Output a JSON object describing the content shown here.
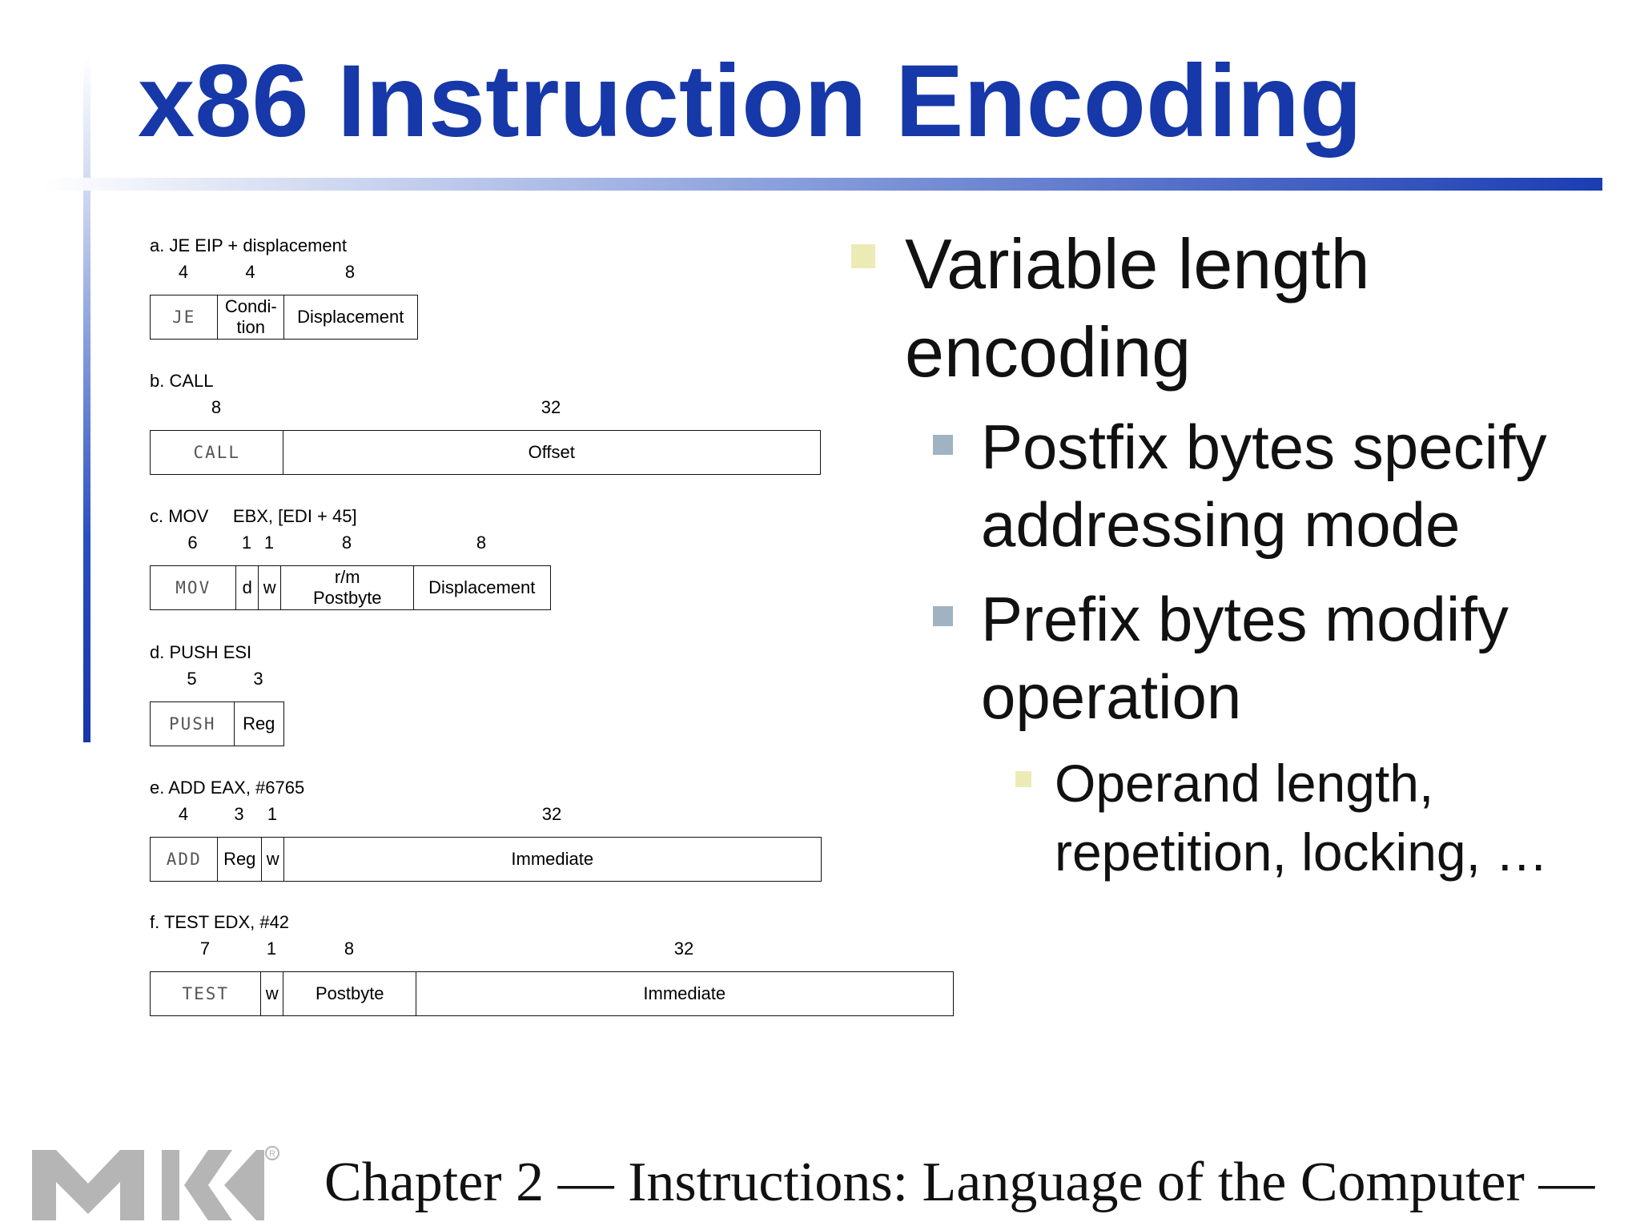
{
  "title": "x86 Instruction Encoding",
  "encodings": [
    {
      "label": "a. JE EIP + displacement",
      "fields": [
        {
          "bits": "4",
          "text": "JE",
          "opcode": true
        },
        {
          "bits": "4",
          "text": "Condi-\ntion"
        },
        {
          "bits": "8",
          "text": "Displacement"
        }
      ]
    },
    {
      "label": "b. CALL",
      "fields": [
        {
          "bits": "8",
          "text": "CALL",
          "opcode": true
        },
        {
          "bits": "32",
          "text": "Offset"
        }
      ]
    },
    {
      "label": "c. MOV     EBX, [EDI + 45]",
      "fields": [
        {
          "bits": "6",
          "text": "MOV",
          "opcode": true
        },
        {
          "bits": "1",
          "text": "d"
        },
        {
          "bits": "1",
          "text": "w"
        },
        {
          "bits": "8",
          "text": "r/m\nPostbyte"
        },
        {
          "bits": "8",
          "text": "Displacement"
        }
      ]
    },
    {
      "label": "d. PUSH ESI",
      "fields": [
        {
          "bits": "5",
          "text": "PUSH",
          "opcode": true
        },
        {
          "bits": "3",
          "text": "Reg"
        }
      ]
    },
    {
      "label": "e. ADD EAX, #6765",
      "fields": [
        {
          "bits": "4",
          "text": "ADD",
          "opcode": true
        },
        {
          "bits": "3",
          "text": "Reg"
        },
        {
          "bits": "1",
          "text": "w"
        },
        {
          "bits": "32",
          "text": "Immediate"
        }
      ]
    },
    {
      "label": "f. TEST EDX, #42",
      "fields": [
        {
          "bits": "7",
          "text": "TEST",
          "opcode": true
        },
        {
          "bits": "1",
          "text": "w"
        },
        {
          "bits": "8",
          "text": "Postbyte"
        },
        {
          "bits": "32",
          "text": "Immediate"
        }
      ]
    }
  ],
  "bullets": {
    "level1": "Variable length encoding",
    "level2": [
      "Postfix bytes specify addressing mode",
      "Prefix bytes modify operation"
    ],
    "level3": "Operand length, repetition, locking, …"
  },
  "footer": {
    "text": "Chapter 2 — Instructions: Language of the Computer —",
    "logo_text": "MK"
  },
  "colors": {
    "title": "#1638a8",
    "bullet_l1": "#ecebb6",
    "bullet_l2": "#9fb3c2",
    "logo": "#b5b5b5"
  }
}
